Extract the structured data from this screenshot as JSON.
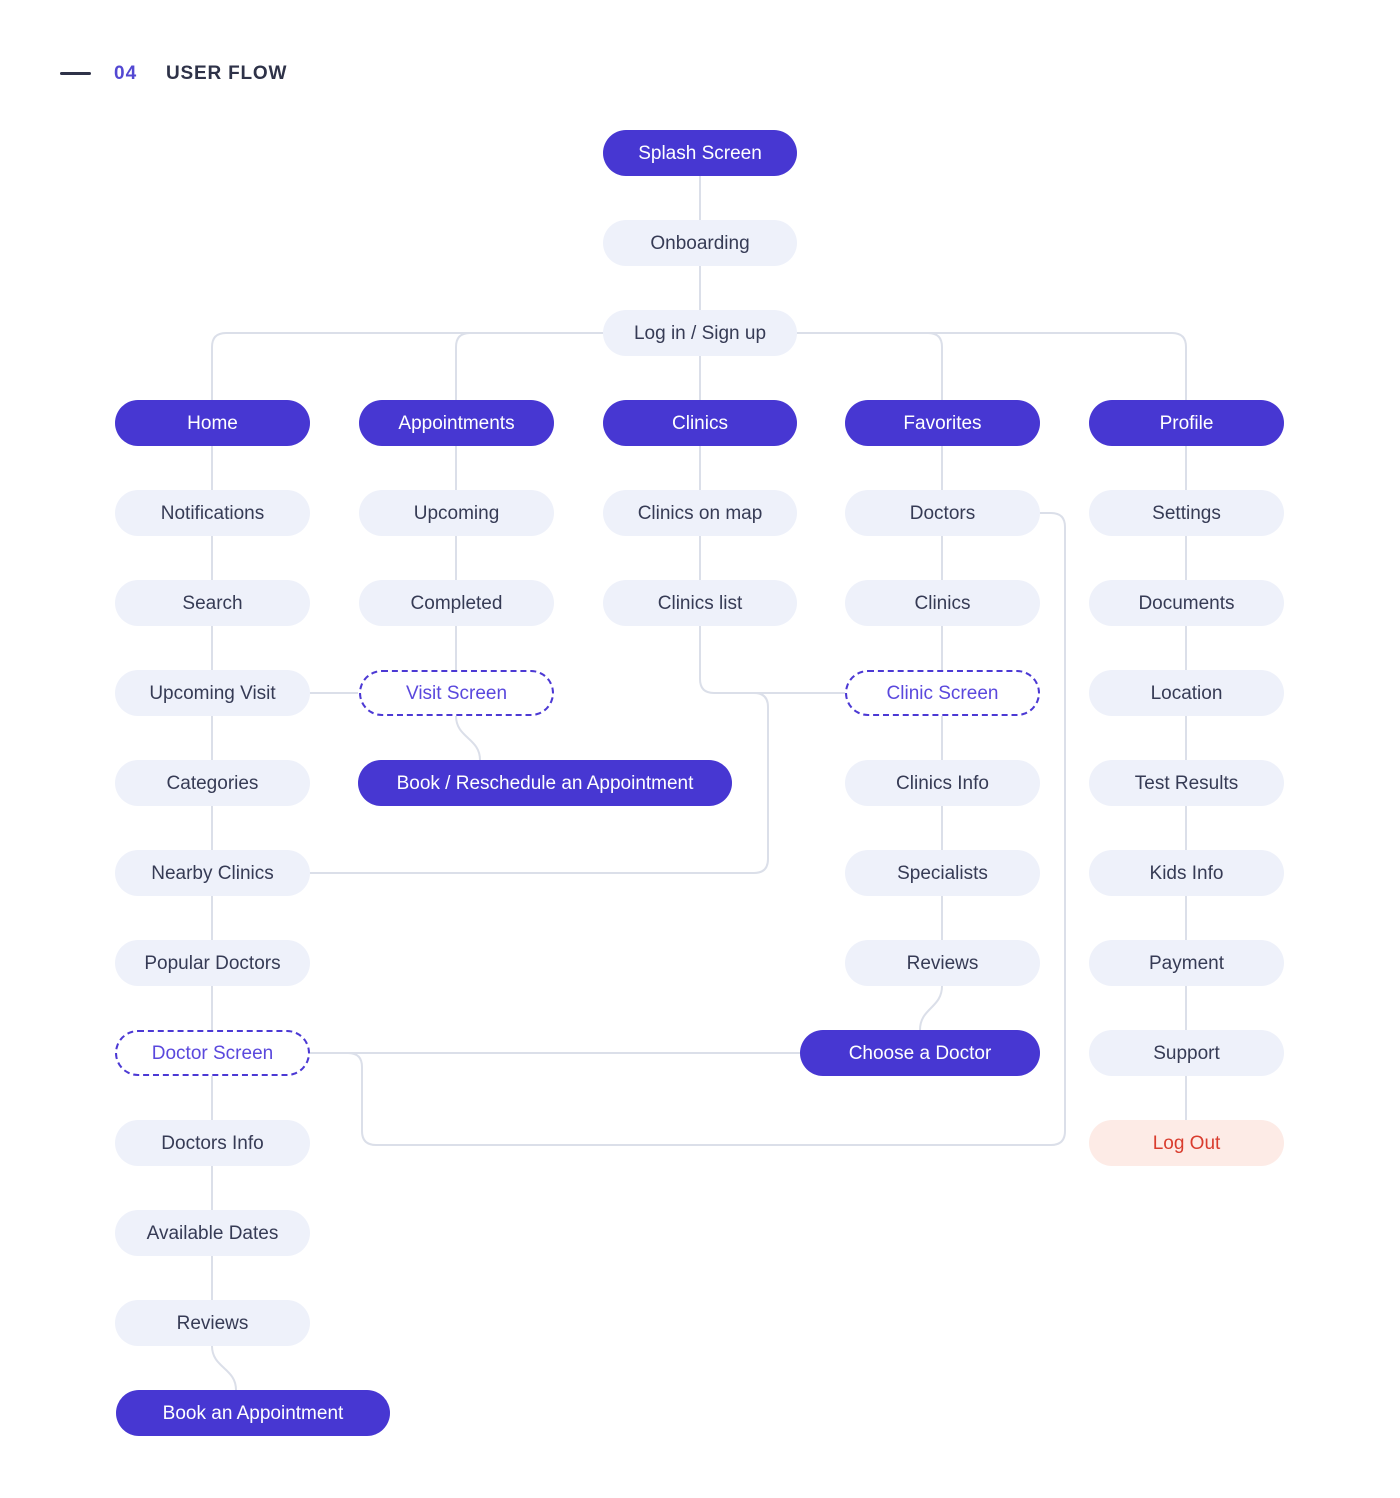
{
  "header": {
    "index": "04",
    "title": "USER FLOW"
  },
  "colors": {
    "primary": "#4737d2",
    "primary_text": "#ffffff",
    "light_bg": "#eef1fa",
    "light_text": "#363b55",
    "outline": "#4c39d4",
    "outline_text": "#5a48dd",
    "danger_bg": "#fdebe6",
    "danger_text": "#d93c2e",
    "line": "#dbdfe9",
    "heading": "#2e3248",
    "index": "#5348d2"
  },
  "nodes": {
    "splash_screen": {
      "label": "Splash Screen"
    },
    "onboarding": {
      "label": "Onboarding"
    },
    "login_signup": {
      "label": "Log in / Sign up"
    },
    "home": {
      "label": "Home"
    },
    "appointments": {
      "label": "Appointments"
    },
    "clinics": {
      "label": "Clinics"
    },
    "favorites": {
      "label": "Favorites"
    },
    "profile": {
      "label": "Profile"
    },
    "notifications": {
      "label": "Notifications"
    },
    "search": {
      "label": "Search"
    },
    "upcoming_visit": {
      "label": "Upcoming Visit"
    },
    "categories": {
      "label": "Categories"
    },
    "nearby_clinics": {
      "label": "Nearby Clinics"
    },
    "popular_doctors": {
      "label": "Popular Doctors"
    },
    "doctor_screen": {
      "label": "Doctor Screen"
    },
    "doctors_info": {
      "label": "Doctors Info"
    },
    "available_dates": {
      "label": "Available Dates"
    },
    "reviews_doctor": {
      "label": "Reviews"
    },
    "book_an_appointment": {
      "label": "Book an Appointment"
    },
    "upcoming": {
      "label": "Upcoming"
    },
    "completed": {
      "label": "Completed"
    },
    "visit_screen": {
      "label": "Visit Screen"
    },
    "book_reschedule": {
      "label": "Book / Reschedule an Appointment"
    },
    "clinics_on_map": {
      "label": "Clinics on map"
    },
    "clinics_list": {
      "label": "Clinics list"
    },
    "doctors": {
      "label": "Doctors"
    },
    "clinics_favorites": {
      "label": "Clinics"
    },
    "clinic_screen": {
      "label": "Clinic Screen"
    },
    "clinics_info": {
      "label": "Clinics Info"
    },
    "specialists": {
      "label": "Specialists"
    },
    "reviews_clinic": {
      "label": "Reviews"
    },
    "choose_a_doctor": {
      "label": "Choose a Doctor"
    },
    "settings": {
      "label": "Settings"
    },
    "documents": {
      "label": "Documents"
    },
    "location": {
      "label": "Location"
    },
    "test_results": {
      "label": "Test Results"
    },
    "kids_info": {
      "label": "Kids Info"
    },
    "payment": {
      "label": "Payment"
    },
    "support": {
      "label": "Support"
    },
    "log_out": {
      "label": "Log Out"
    }
  }
}
